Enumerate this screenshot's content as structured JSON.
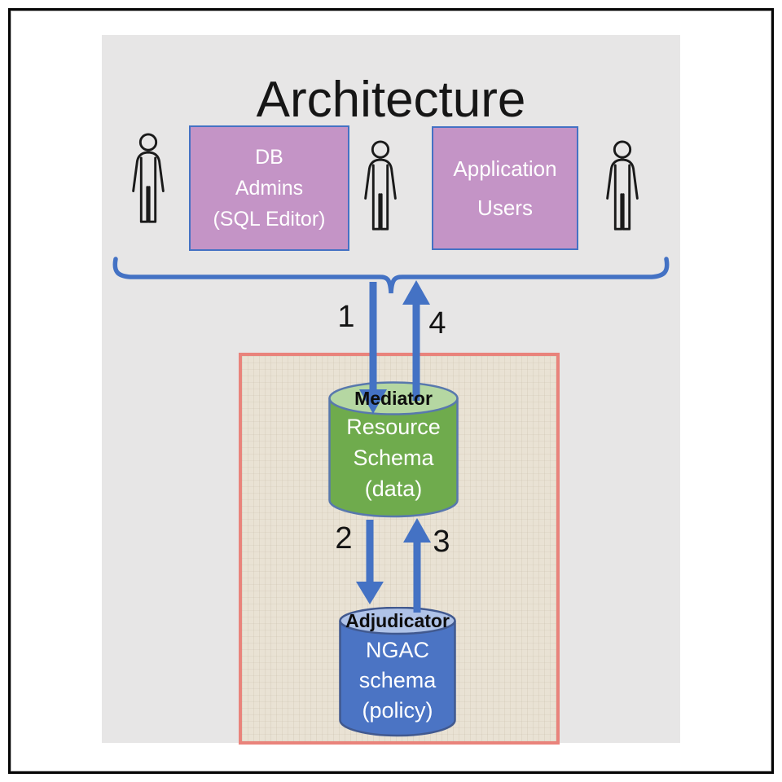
{
  "title": "Architecture",
  "boxes": {
    "db_admins": {
      "lines": [
        "DB",
        "Admins",
        "(SQL Editor)"
      ]
    },
    "app_users": {
      "lines": [
        "Application",
        "Users"
      ]
    }
  },
  "flow_labels": {
    "f1": "1",
    "f2": "2",
    "f3": "3",
    "f4": "4"
  },
  "mediator": {
    "header": "Mediator",
    "lines": [
      "Resource",
      "Schema",
      "(data)"
    ]
  },
  "adjudicator": {
    "header": "Adjudicator",
    "lines": [
      "NGAC",
      "schema",
      "(policy)"
    ]
  },
  "icons": {
    "persons": [
      "person-icon-left",
      "person-icon-middle",
      "person-icon-right"
    ],
    "brace": "curly-brace-down"
  },
  "colors": {
    "accent_blue": "#4472c4",
    "box_purple": "#c494c6",
    "cylinder_green_body": "#6fab4d",
    "cylinder_green_top": "#b5d7a2",
    "cylinder_blue_body": "#4b74c4",
    "cylinder_blue_top": "#afc3e8",
    "cylinder_stroke": "#5878ad",
    "panel_border_pink": "#e9837b",
    "panel_beige": "#e9e2d4",
    "slide_gray": "#e7e6e6",
    "person_stroke": "#1a1a1a"
  }
}
